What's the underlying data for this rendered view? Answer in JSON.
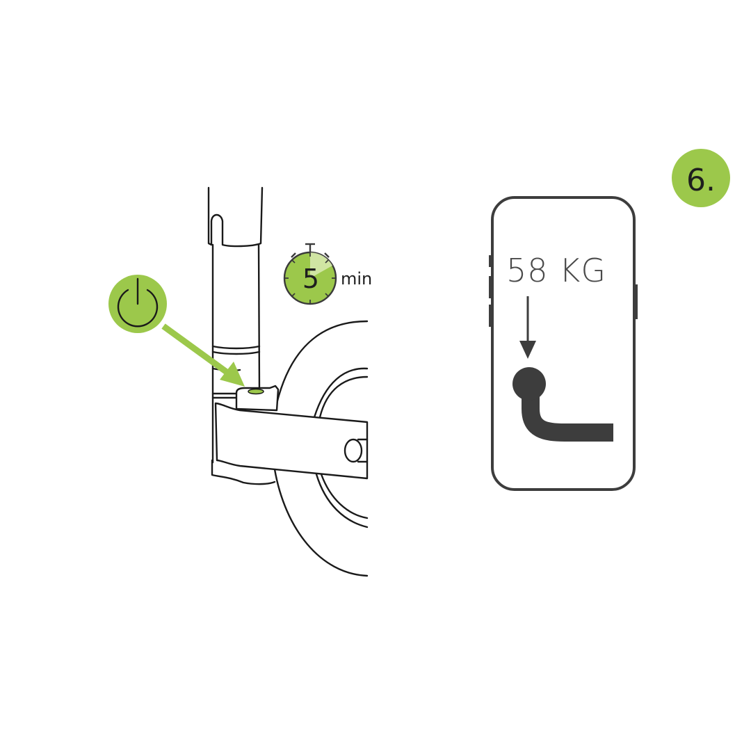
{
  "step": {
    "label": "6."
  },
  "timer": {
    "value": "5",
    "unit": "min"
  },
  "phone": {
    "weight_text": "58 KG"
  },
  "icons": {
    "power": "power-icon",
    "timer": "stopwatch-icon",
    "tow_hitch": "tow-ball-icon"
  },
  "colors": {
    "accent_green": "#9cc84b",
    "dark_grey": "#3d3d3d",
    "line_black": "#1a1a1a"
  }
}
